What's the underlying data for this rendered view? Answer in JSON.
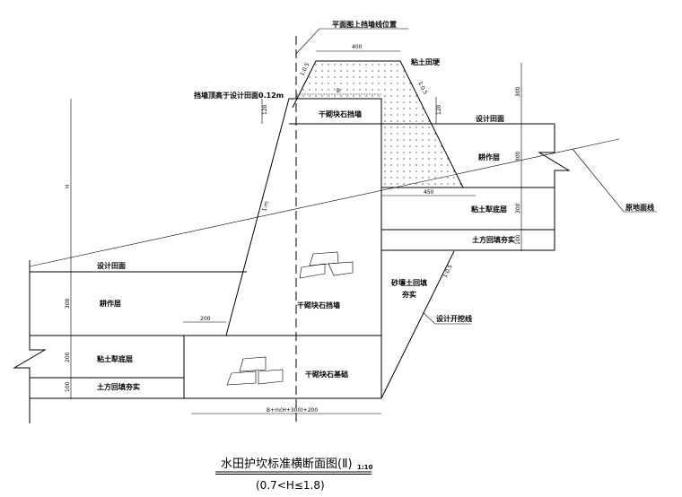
{
  "labels": {
    "plan_wall_line": "平面图上挡墙线位置",
    "clay_ridge": "粘土田埂",
    "wall_top_note": "挡墙顶高于设计田面0.12m",
    "dry_stone_wall_top": "干砌块石挡墙",
    "design_field_surface_right": "设计田面",
    "tillage_layer_right": "耕作层",
    "clay_plow_pan_right": "粘土犁底层",
    "earth_backfill_right": "土方回填夯实",
    "original_ground_line": "原地面线",
    "design_field_surface_left": "设计田面",
    "tillage_layer_left": "耕作层",
    "dry_stone_wall": "干砌块石挡墙",
    "sandy_backfill_1": "砂壤土回填",
    "sandy_backfill_2": "夯实",
    "design_excavation_line": "设计开挖线",
    "clay_plow_pan_left": "粘土犁底层",
    "earth_backfill_left": "土方回填夯实",
    "dry_stone_foundation": "干砌块石基础"
  },
  "dimensions": {
    "ridge_top_width": "400",
    "wall_top_width": "B",
    "ridge_slope_left": "1:0.5",
    "ridge_slope_right": "1:0.5",
    "wall_slope": "1:m",
    "ridge_height": "300",
    "wall_top_offset_left": "120",
    "wall_top_offset_right": "120",
    "right_tillage": "300",
    "right_plow_pan": "300",
    "right_backfill": "100",
    "ridge_base_extension": "450",
    "height_H": "H",
    "left_tillage": "300",
    "left_plow_pan": "200",
    "left_backfill": "100",
    "toe_width": "200",
    "excavation_slope": "1:0.5",
    "foundation_width": "B+m(H+300)+200"
  },
  "title": {
    "main": "水田护坎标准横断面图(Ⅱ)",
    "scale": "1:10",
    "range": "(0.7<H≤1.8)"
  }
}
